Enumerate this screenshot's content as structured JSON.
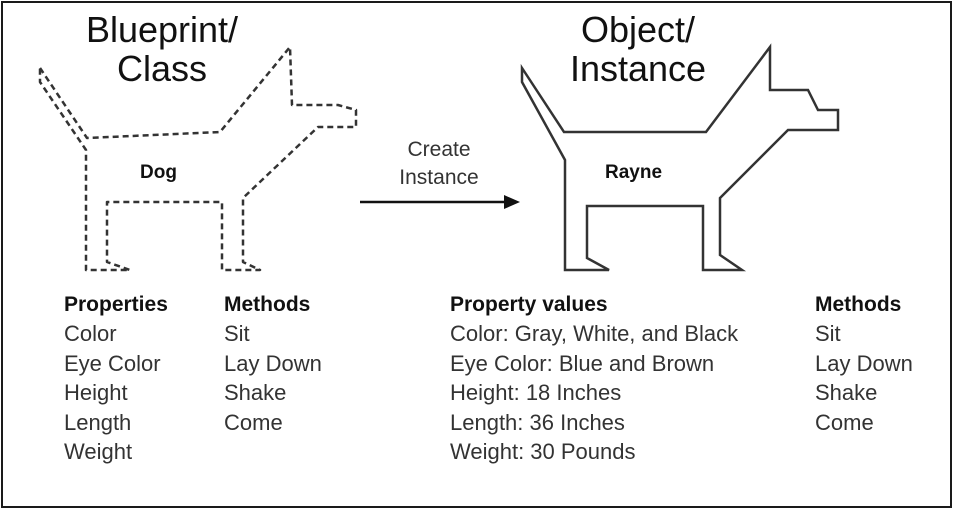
{
  "blueprint_heading": {
    "line1": "Blueprint/",
    "line2": "Class"
  },
  "object_heading": {
    "line1": "Object/",
    "line2": "Instance"
  },
  "class_dog": {
    "name": "Dog"
  },
  "instance_dog": {
    "name": "Rayne"
  },
  "arrow": {
    "line1": "Create",
    "line2": "Instance"
  },
  "class_properties": {
    "title": "Properties",
    "items": [
      "Color",
      "Eye Color",
      "Height",
      "Length",
      "Weight"
    ]
  },
  "class_methods": {
    "title": "Methods",
    "items": [
      "Sit",
      "Lay Down",
      "Shake",
      "Come"
    ]
  },
  "instance_properties": {
    "title": "Property values",
    "items": [
      "Color: Gray, White, and Black",
      "Eye Color: Blue and Brown",
      "Height: 18 Inches",
      "Length: 36 Inches",
      "Weight: 30 Pounds"
    ]
  },
  "instance_methods": {
    "title": "Methods",
    "items": [
      "Sit",
      "Lay Down",
      "Shake",
      "Come"
    ]
  }
}
